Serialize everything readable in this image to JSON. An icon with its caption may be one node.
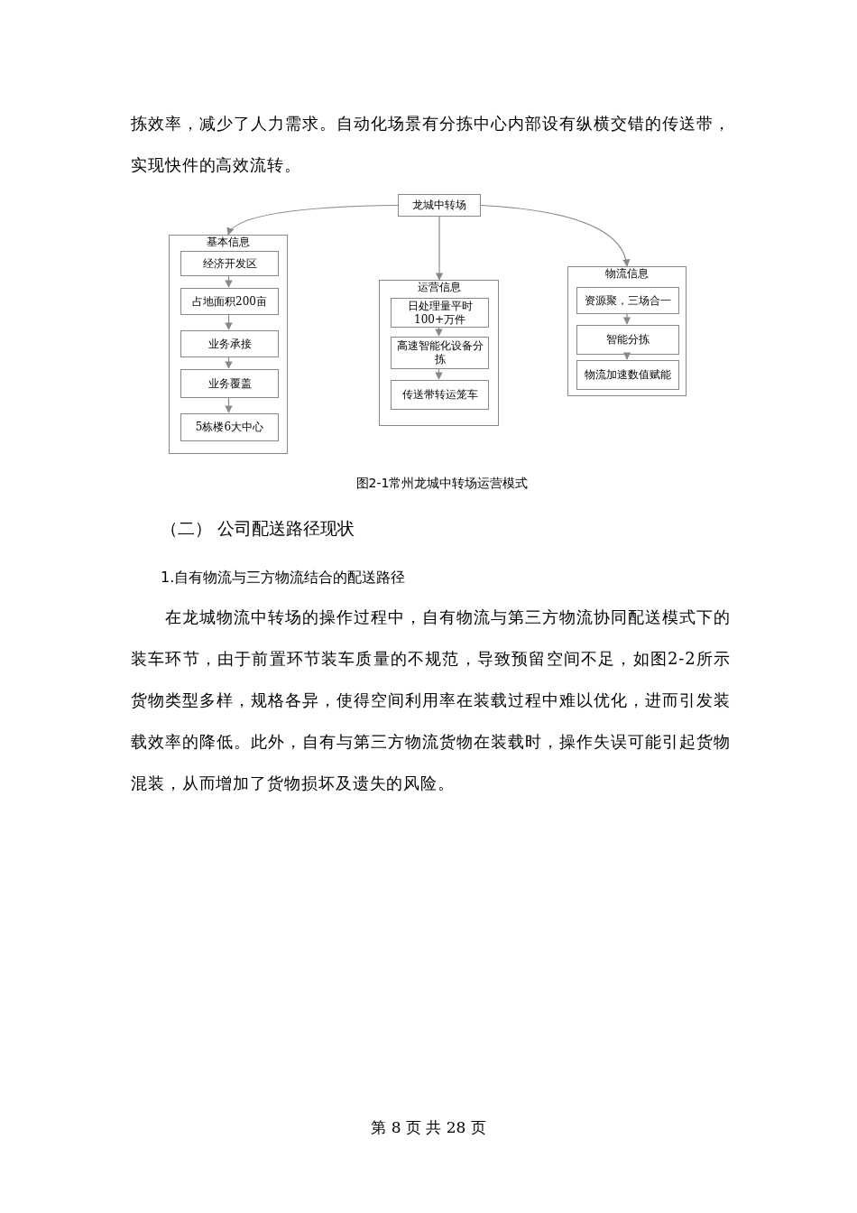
{
  "diagram": {
    "caption": "图2-1常州龙城中转场运营模式",
    "nodes": [
      {
        "text": [
          "龙城中转场"
        ]
      },
      {
        "text": [
          "基本信息"
        ]
      },
      {
        "text": [
          "经济开发区"
        ],
        "in": 1
      },
      {
        "text": [
          "占地面积200亩"
        ],
        "in": 1
      },
      {
        "text": [
          "业务承接"
        ],
        "in": 1
      },
      {
        "text": [
          "业务覆盖"
        ],
        "in": 1
      },
      {
        "text": [
          "5栋楼6大中心"
        ],
        "in": 1
      },
      {
        "text": [
          "运营信息"
        ]
      },
      {
        "text": [
          "日处理量平时100+万件"
        ],
        "in": 7
      },
      {
        "text": [
          "高速智能化设备分拣"
        ],
        "in": 7
      },
      {
        "text": [
          "传送带转运笼车"
        ],
        "in": 7
      },
      {
        "text": [
          "物流信息"
        ]
      },
      {
        "text": [
          "资源聚，三场合一"
        ],
        "in": 11
      },
      {
        "text": [
          "智能分拣"
        ],
        "in": 11
      },
      {
        "text": [
          "物流加速数值赋能"
        ],
        "in": 11
      }
    ],
    "edges": [
      {
        "from": 0,
        "to": 1,
        "arrow": "to"
      },
      {
        "from": 0,
        "to": 7,
        "arrow": "to"
      },
      {
        "from": 0,
        "to": 11,
        "arrow": "to"
      },
      {
        "from": 2,
        "to": 3,
        "arrow": "to"
      },
      {
        "from": 3,
        "to": 4,
        "arrow": "to"
      },
      {
        "from": 4,
        "to": 5,
        "arrow": "to"
      },
      {
        "from": 5,
        "to": 6,
        "arrow": "to"
      },
      {
        "from": 8,
        "to": 9,
        "arrow": "to"
      },
      {
        "from": 9,
        "to": 10,
        "arrow": "to"
      },
      {
        "from": 12,
        "to": 13,
        "arrow": "to"
      },
      {
        "from": 13,
        "to": 14,
        "arrow": "to"
      }
    ],
    "labels": [
      "拣效率，减少了人力需求。自动化场景有分拣中心内部设有纵横交错的传送带，实现快件的高效流转。",
      "（二） 公司配送路径现状",
      "1.自有物流与三方物流结合的配送路径",
      "在龙城物流中转场的操作过程中，自有物流与第三方物流协同配送模式下的装车环节，由于前置环节装车质量的不规范，导致预留空间不足，如图2-2所示货物类型多样，规格各异，使得空间利用率在装载过程中难以优化，进而引发装载效率的降低。此外，自有与第三方物流货物在装载时，操作失误可能引起货物混装，从而增加了货物损坏及遗失的风险。",
      "第 8 页 共 28 页"
    ]
  }
}
